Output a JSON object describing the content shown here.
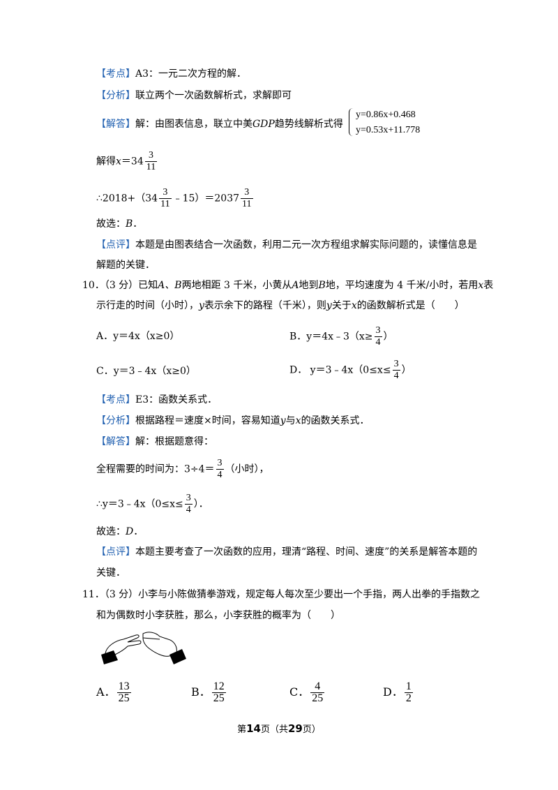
{
  "tags": {
    "kaodian": "【考点】",
    "fenxi": "【分析】",
    "jieda": "【解答】",
    "dianping": "【点评】"
  },
  "q9": {
    "kaodian": "A3：一元二次方程的解．",
    "fenxi": "联立两个一次函数解析式，求解即可",
    "jieda_a": "解：由图表信息，联立中美",
    "jieda_gdp": "GDP",
    "jieda_b": "趋势线解析式得",
    "eq1": "y=0.86x+0.468",
    "eq2": "y=0.53x+11.778",
    "sol_prefix": "解得",
    "sol_x": "x",
    "sol_eq": "＝34",
    "frac_n": "3",
    "frac_d": "11",
    "therefore_a": "∴2018+（34",
    "therefore_b": "﹣15）＝2037",
    "answer_prefix": "故选：",
    "answer": "B",
    "answer_suffix": "．",
    "dianping_1": "本题是由图表结合一次函数，利用二元一次方程组求解实际问题的，读懂信息是",
    "dianping_2": "解题的关键．"
  },
  "q10": {
    "stem_1a": "10．（3 分）已知",
    "stem_1b": "A、B",
    "stem_1c": "两地相距 3 千米，小黄从",
    "stem_1d": "A",
    "stem_1e": "地到",
    "stem_1f": "B",
    "stem_1g": "地，平均速度为 4 千米/小时，若用",
    "stem_1h": "x",
    "stem_1i": "表",
    "stem_2a": "示行走的时间（小时），",
    "stem_2b": "y",
    "stem_2c": "表示余下的路程（千米），则",
    "stem_2d": "y",
    "stem_2e": "关于",
    "stem_2f": "x",
    "stem_2g": "的函数解析式是（　　）",
    "opt_a": "A．y＝4x（x≥0）",
    "opt_b_pre": "B．y＝4x﹣3（x≥",
    "opt_b_post": "）",
    "opt_c": "C．y＝3﹣4x（x≥0）",
    "opt_d_pre": "D． y＝3﹣4x（0≤x≤",
    "opt_d_post": "）",
    "frac_n": "3",
    "frac_d": "4",
    "kaodian": "E3：函数关系式．",
    "fenxi_a": "根据路程＝速度×时间，容易知道",
    "fenxi_b": "与",
    "fenxi_c": "的函数关系式．",
    "jieda": "解：根据题意得：",
    "line1_pre": "全程需要的时间为：3÷4＝",
    "line1_post": "（小时），",
    "line2_pre": "∴y＝3﹣4x（0≤x≤",
    "line2_post": "）．",
    "answer_prefix": "故选：",
    "answer": "D",
    "answer_suffix": "．",
    "dianping_1": "本题主要考查了一次函数的应用，理清“路程、时间、速度”的关系是解答本题的",
    "dianping_2": "关键．"
  },
  "q11": {
    "stem_1": "11．（3 分）小李与小陈做猜拳游戏，规定每人每次至少要出一个手指，两人出拳的手指数之",
    "stem_2": "和为偶数时小李获胜，那么，小李获胜的概率为（　　）",
    "options": [
      {
        "label": "A．",
        "n": "13",
        "d": "25"
      },
      {
        "label": "B．",
        "n": "12",
        "d": "25"
      },
      {
        "label": "C．",
        "n": "4",
        "d": "25"
      },
      {
        "label": "D．",
        "n": "1",
        "d": "2"
      }
    ]
  },
  "footer": {
    "pre": "第",
    "page": "14",
    "mid": "页（共",
    "total": "29",
    "post": "页）"
  }
}
